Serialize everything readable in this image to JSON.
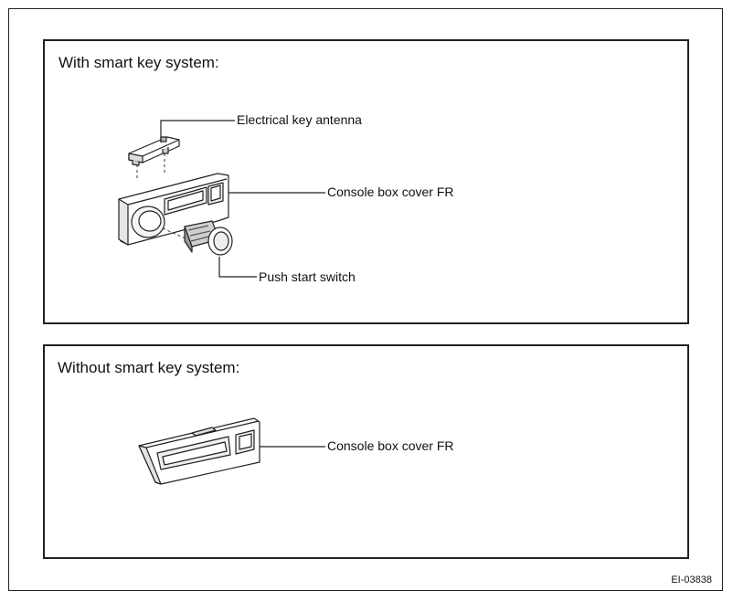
{
  "panels": [
    {
      "title": "With smart key system:",
      "callouts": {
        "antenna": "Electrical key antenna",
        "console": "Console box cover FR",
        "push_switch": "Push start switch"
      }
    },
    {
      "title": "Without smart key system:",
      "callouts": {
        "console": "Console box cover FR"
      }
    }
  ],
  "figure_code": "EI-03838"
}
